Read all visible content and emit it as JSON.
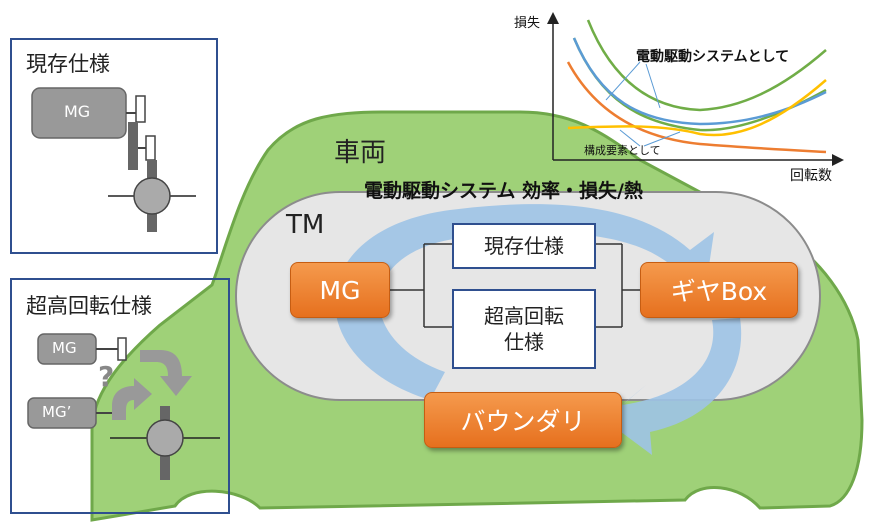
{
  "panels": {
    "current_spec_title": "現存仕様",
    "current_mg_label": "MG",
    "high_speed_title": "超高回転仕様",
    "high_speed_mg_label": "MG",
    "high_speed_mg2_label": "MG’",
    "question_mark": "?"
  },
  "car": {
    "vehicle_label": "車両",
    "system_title": "電動駆動システム  効率・損失/熱",
    "tm_label": "TM"
  },
  "blocks": {
    "mg": "MG",
    "current_spec": "現存仕様",
    "high_speed_line1": "超高回転",
    "high_speed_line2": "仕様",
    "gearbox": "ギヤBox",
    "boundary": "バウンダリ"
  },
  "chart_data": {
    "type": "line",
    "ylabel": "損失",
    "xlabel": "回転数",
    "annotations": [
      "電動駆動システムとして",
      "構成要素として"
    ],
    "series_colors": [
      "#70ad47",
      "#5b9bd5",
      "#ed7d31",
      "#ffc000"
    ]
  },
  "colors": {
    "car_body": "#9fd178",
    "car_outline": "#6fa84a",
    "tm_area": "#e6e6e6",
    "arrow_blue": "#9dc3e6",
    "block_orange": "#ed7d31",
    "panel_border": "#2f4f8f"
  }
}
